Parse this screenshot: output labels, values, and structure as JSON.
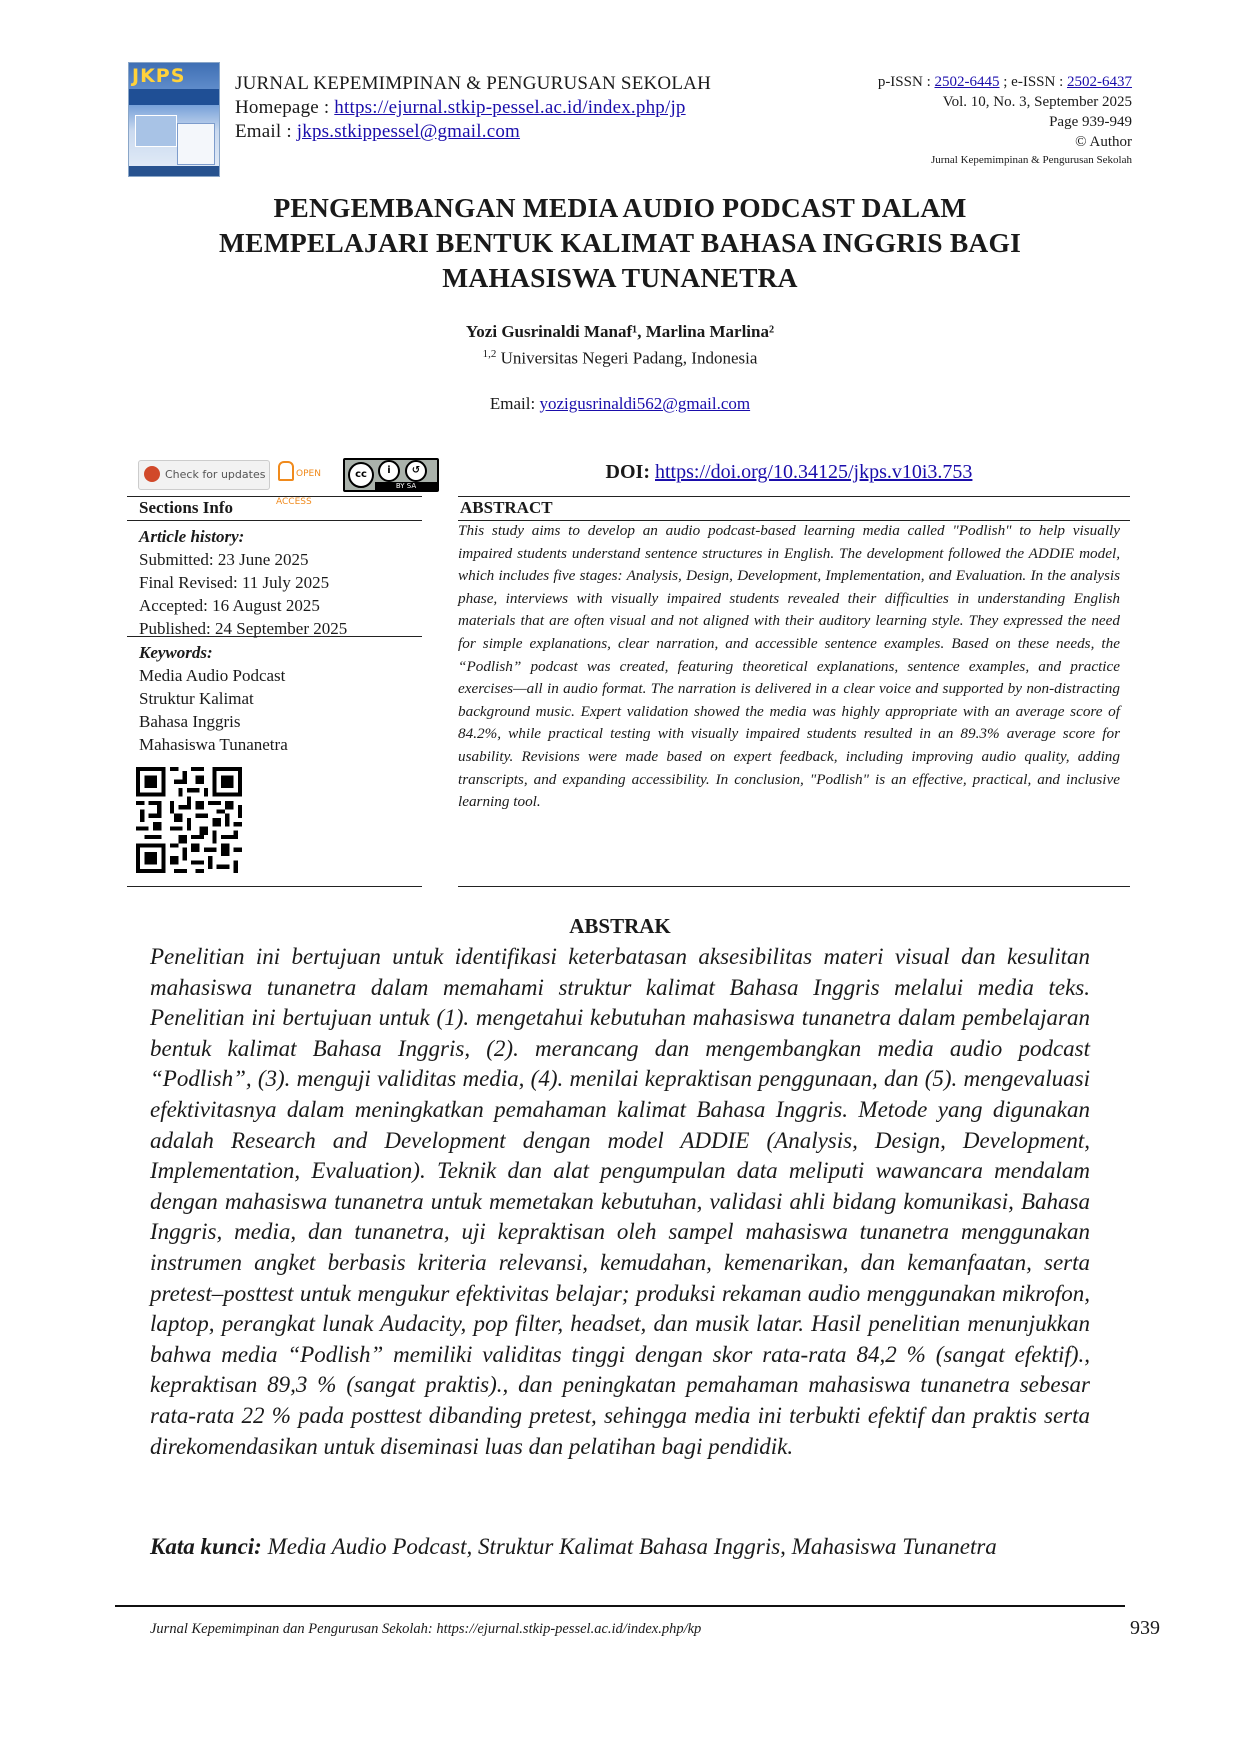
{
  "header": {
    "journal_name": "JURNAL KEPEMIMPINAN & PENGURUSAN SEKOLAH",
    "homepage_label": "Homepage : ",
    "homepage_url": "https://ejurnal.stkip-pessel.ac.id/index.php/jp",
    "email_label": "Email : ",
    "email": "jkps.stkippessel@gmail.com",
    "pissn_label": "p-ISSN : ",
    "pissn": "2502-6445",
    "eissn_label": " ; e-ISSN : ",
    "eissn": "2502-6437",
    "volume": "Vol. 10, No. 3, September 2025",
    "pages": "Page 939-949",
    "copyright": "© Author",
    "journal_small": "Jurnal Kepemimpinan & Pengurusan Sekolah",
    "cover_text": "JKPS"
  },
  "article": {
    "title_lines": [
      "PENGEMBANGAN MEDIA AUDIO PODCAST DALAM",
      "MEMPELAJARI BENTUK KALIMAT BAHASA INGGRIS BAGI",
      "MAHASISWA TUNANETRA"
    ],
    "authors": "Yozi Gusrinaldi Manaf¹, Marlina Marlina²",
    "affiliation_sup": "1,2",
    "affiliation": " Universitas Negeri Padang, Indonesia",
    "email_label": "Email: ",
    "email": "yozigusrinaldi562@gmail.com",
    "doi_label": "DOI: ",
    "doi": "https://doi.org/10.34125/jkps.v10i3.753"
  },
  "badges": {
    "check_updates": "Check for updates",
    "open_access": "OPEN ACCESS",
    "cc": "BY  SA"
  },
  "sections_info": {
    "heading": "Sections Info",
    "history_label": "Article history:",
    "history": [
      "Submitted: 23 June 2025",
      "Final Revised: 11 July 2025",
      "Accepted: 16 August 2025",
      "Published: 24 September 2025"
    ],
    "keywords_label": "Keywords:",
    "keywords": [
      "Media Audio Podcast",
      "Struktur Kalimat",
      "Bahasa Inggris",
      "Mahasiswa Tunanetra"
    ]
  },
  "abstract": {
    "heading": "ABSTRACT",
    "text": "This study aims to develop an audio podcast-based learning media called \"Podlish\" to help visually impaired students understand sentence structures in English. The development followed the ADDIE model, which includes five stages: Analysis, Design, Development, Implementation, and Evaluation. In the analysis phase, interviews with visually impaired students revealed their difficulties in understanding English materials that are often visual and not aligned with their auditory learning style. They expressed the need for simple explanations, clear narration, and accessible sentence examples. Based on these needs, the “Podlish” podcast was created, featuring theoretical explanations, sentence examples, and practice exercises—all in audio format. The narration is delivered in a clear voice and supported by non-distracting background music. Expert validation showed the media was highly appropriate with an average score of 84.2%, while practical testing with visually impaired students resulted in an 89.3% average score for usability. Revisions were made based on expert feedback, including improving audio quality, adding transcripts, and expanding accessibility. In conclusion, \"Podlish\" is an effective, practical, and inclusive learning tool."
  },
  "abstrak": {
    "heading": "ABSTRAK",
    "text": "Penelitian ini bertujuan untuk identifikasi keterbatasan aksesibilitas materi visual dan kesulitan mahasiswa tunanetra dalam memahami struktur kalimat Bahasa Inggris melalui media teks. Penelitian ini bertujuan untuk (1). mengetahui kebutuhan mahasiswa tunanetra dalam pembelajaran bentuk kalimat Bahasa Inggris, (2). merancang dan mengembangkan media audio podcast “Podlish”, (3). menguji validitas media, (4). menilai kepraktisan penggunaan, dan (5). mengevaluasi efektivitasnya dalam meningkatkan pemahaman kalimat Bahasa Inggris. Metode yang digunakan adalah Research and Development dengan model ADDIE (Analysis, Design, Development, Implementation, Evaluation). Teknik dan alat pengumpulan data meliputi wawancara mendalam dengan mahasiswa tunanetra untuk memetakan kebutuhan, validasi ahli bidang komunikasi, Bahasa Inggris, media, dan tunanetra, uji kepraktisan oleh sampel mahasiswa tunanetra menggunakan instrumen angket berbasis kriteria relevansi, kemudahan, kemenarikan, dan kemanfaatan, serta pretest–posttest untuk mengukur efektivitas belajar; produksi rekaman audio menggunakan mikrofon, laptop, perangkat lunak Audacity, pop filter, headset, dan musik latar. Hasil penelitian menunjukkan bahwa media “Podlish” memiliki validitas tinggi dengan skor rata-rata 84,2 % (sangat efektif)., kepraktisan 89,3 % (sangat praktis)., dan peningkatan pemahaman mahasiswa tunanetra sebesar rata-rata 22 % pada posttest dibanding pretest, sehingga media ini terbukti efektif dan praktis serta direkomendasikan untuk diseminasi luas dan pelatihan bagi pendidik.",
    "keywords_label": "Kata kunci:",
    "keywords": " Media Audio Podcast, Struktur Kalimat Bahasa Inggris, Mahasiswa Tunanetra"
  },
  "footer": {
    "text": "Jurnal Kepemimpinan dan Pengurusan Sekolah: https://ejurnal.stkip-pessel.ac.id/index.php/kp",
    "page_number": "939"
  }
}
